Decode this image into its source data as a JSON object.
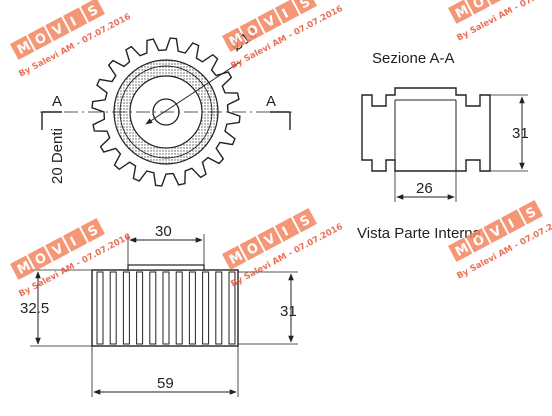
{
  "drawing": {
    "gear_diameter": "Ø10",
    "teeth_label": "20 Denti",
    "section_marker_left": "A",
    "section_marker_right": "A",
    "section_title": "Sezione A-A",
    "section_height": "31",
    "section_width": "26",
    "inner_view_title": "Vista Parte Interna",
    "side_hub_width": "30",
    "side_outer_diameter": "32.5",
    "side_inner_diameter": "31",
    "side_total_width": "59"
  },
  "watermark": {
    "letters": [
      "M",
      "O",
      "V",
      "I",
      "S"
    ],
    "credit": "By Salevi AM - 07.07.2016",
    "color": "#f4845f"
  }
}
